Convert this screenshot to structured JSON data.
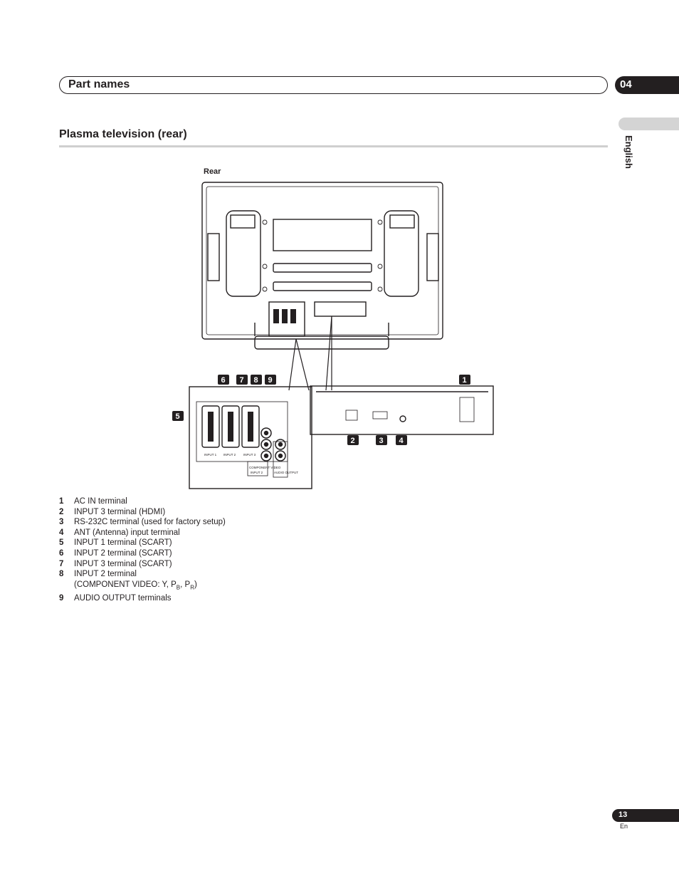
{
  "header": {
    "title": "Part names",
    "chapter": "04"
  },
  "sidebar": {
    "language": "English"
  },
  "section": {
    "title": "Plasma television (rear)"
  },
  "diagram": {
    "view_label": "Rear",
    "callouts": [
      "1",
      "2",
      "3",
      "4",
      "5",
      "6",
      "7",
      "8",
      "9"
    ],
    "panel_labels": {
      "input1": "INPUT 1",
      "input2": "INPUT 2",
      "input3": "INPUT 3",
      "component": "COMPONENT VIDEO",
      "component_input": "INPUT 2",
      "audio": "AUDIO OUTPUT"
    }
  },
  "parts": [
    {
      "num": "1",
      "desc": "AC IN terminal"
    },
    {
      "num": "2",
      "desc": "INPUT 3 terminal (HDMI)"
    },
    {
      "num": "3",
      "desc": "RS-232C terminal (used for factory setup)"
    },
    {
      "num": "4",
      "desc": "ANT (Antenna) input terminal"
    },
    {
      "num": "5",
      "desc": "INPUT 1 terminal (SCART)"
    },
    {
      "num": "6",
      "desc": "INPUT 2 terminal (SCART)"
    },
    {
      "num": "7",
      "desc": "INPUT 3 terminal (SCART)"
    },
    {
      "num": "8",
      "desc": "INPUT 2 terminal",
      "desc2": "(COMPONENT VIDEO: Y, P",
      "sub_b": "B",
      "sep": ", P",
      "sub_r": "R",
      "close": ")"
    },
    {
      "num": "9",
      "desc": "AUDIO OUTPUT terminals"
    }
  ],
  "footer": {
    "page": "13",
    "lang": "En"
  }
}
